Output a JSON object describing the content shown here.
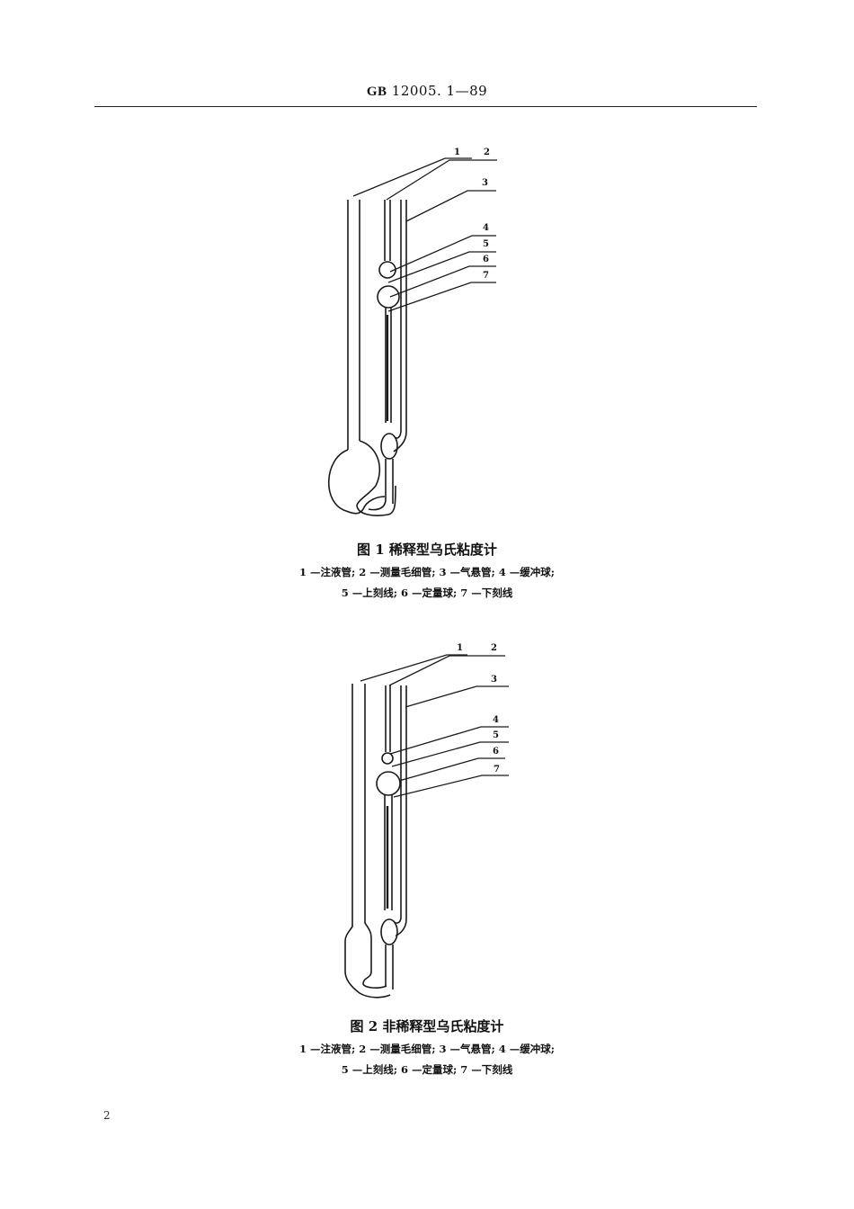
{
  "header": {
    "code": "GB",
    "number": "12005. 1—89"
  },
  "figure1": {
    "title": "图 1   稀释型乌氏粘度计",
    "legend_line1": "1 —注液管;  2 —测量毛细管;  3 —气悬管;  4 —缓冲球;",
    "legend_line2": "5 —上刻线;  6 —定量球;  7 —下刻线",
    "labels": [
      "1",
      "2",
      "3",
      "4",
      "5",
      "6",
      "7"
    ]
  },
  "figure2": {
    "title": "图 2   非稀释型乌氏粘度计",
    "legend_line1": "1 —注液管;  2 —测量毛细管;  3 —气悬管;  4 —缓冲球;",
    "legend_line2": "5 —上刻线;  6 —定量球;  7 —下刻线",
    "labels": [
      "1",
      "2",
      "3",
      "4",
      "5",
      "6",
      "7"
    ]
  },
  "page_number": "2"
}
